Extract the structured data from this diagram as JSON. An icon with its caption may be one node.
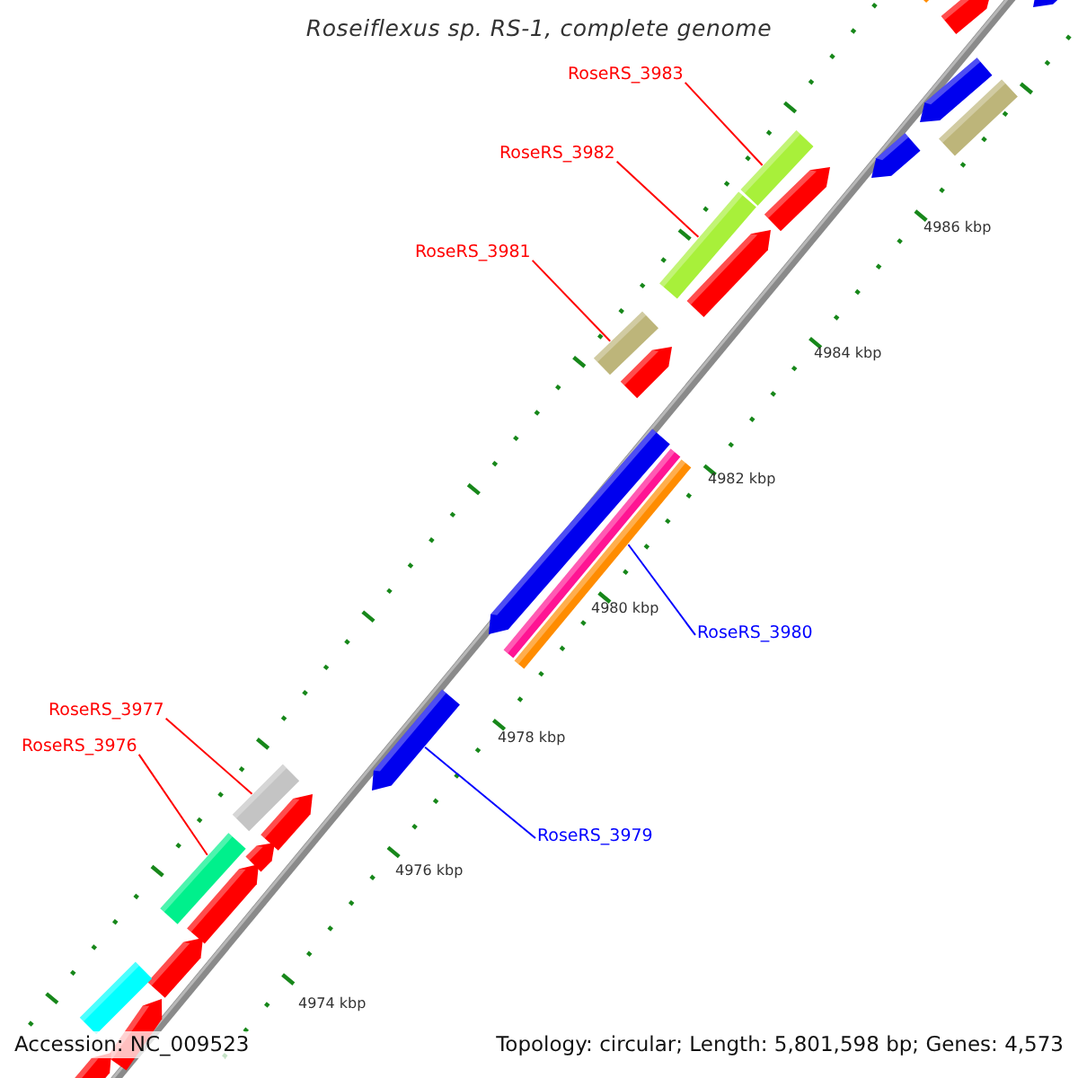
{
  "diagram": {
    "title": "Roseiflexus sp. RS-1, complete genome",
    "nodes": [
      {
        "text": [
          "RoseRS_3983"
        ]
      },
      {
        "text": [],
        "shape": "bar"
      },
      {
        "text": [
          "RoseRS_3982"
        ]
      },
      {
        "text": [],
        "shape": "bar"
      },
      {
        "text": [
          "RoseRS_3981"
        ]
      },
      {
        "text": [],
        "shape": "bar"
      },
      {
        "text": [
          "RoseRS_3980"
        ]
      },
      {
        "text": [],
        "shape": "bar"
      },
      {
        "text": [
          "RoseRS_3979"
        ]
      },
      {
        "text": [],
        "shape": "bar"
      },
      {
        "text": [
          "RoseRS_3977"
        ]
      },
      {
        "text": [],
        "shape": "bar"
      },
      {
        "text": [
          "RoseRS_3976"
        ]
      },
      {
        "text": [],
        "shape": "bar"
      }
    ],
    "edges": [
      {
        "from": 0,
        "to": 1,
        "arrow": "none"
      },
      {
        "from": 2,
        "to": 3,
        "arrow": "none"
      },
      {
        "from": 4,
        "to": 5,
        "arrow": "none"
      },
      {
        "from": 6,
        "to": 7,
        "arrow": "none",
        "color": "#0000ff"
      },
      {
        "from": 8,
        "to": 9,
        "arrow": "none",
        "color": "#0000ff"
      },
      {
        "from": 10,
        "to": 11,
        "arrow": "none"
      },
      {
        "from": 12,
        "to": 13,
        "arrow": "none"
      }
    ],
    "labels": [
      "4986 kbp",
      "4984 kbp",
      "4982 kbp",
      "4980 kbp",
      "4978 kbp",
      "4976 kbp",
      "4974 kbp",
      "Accession: NC_009523",
      "Topology: circular; Length: 5,801,598 bp; Genes: 4,573"
    ]
  }
}
